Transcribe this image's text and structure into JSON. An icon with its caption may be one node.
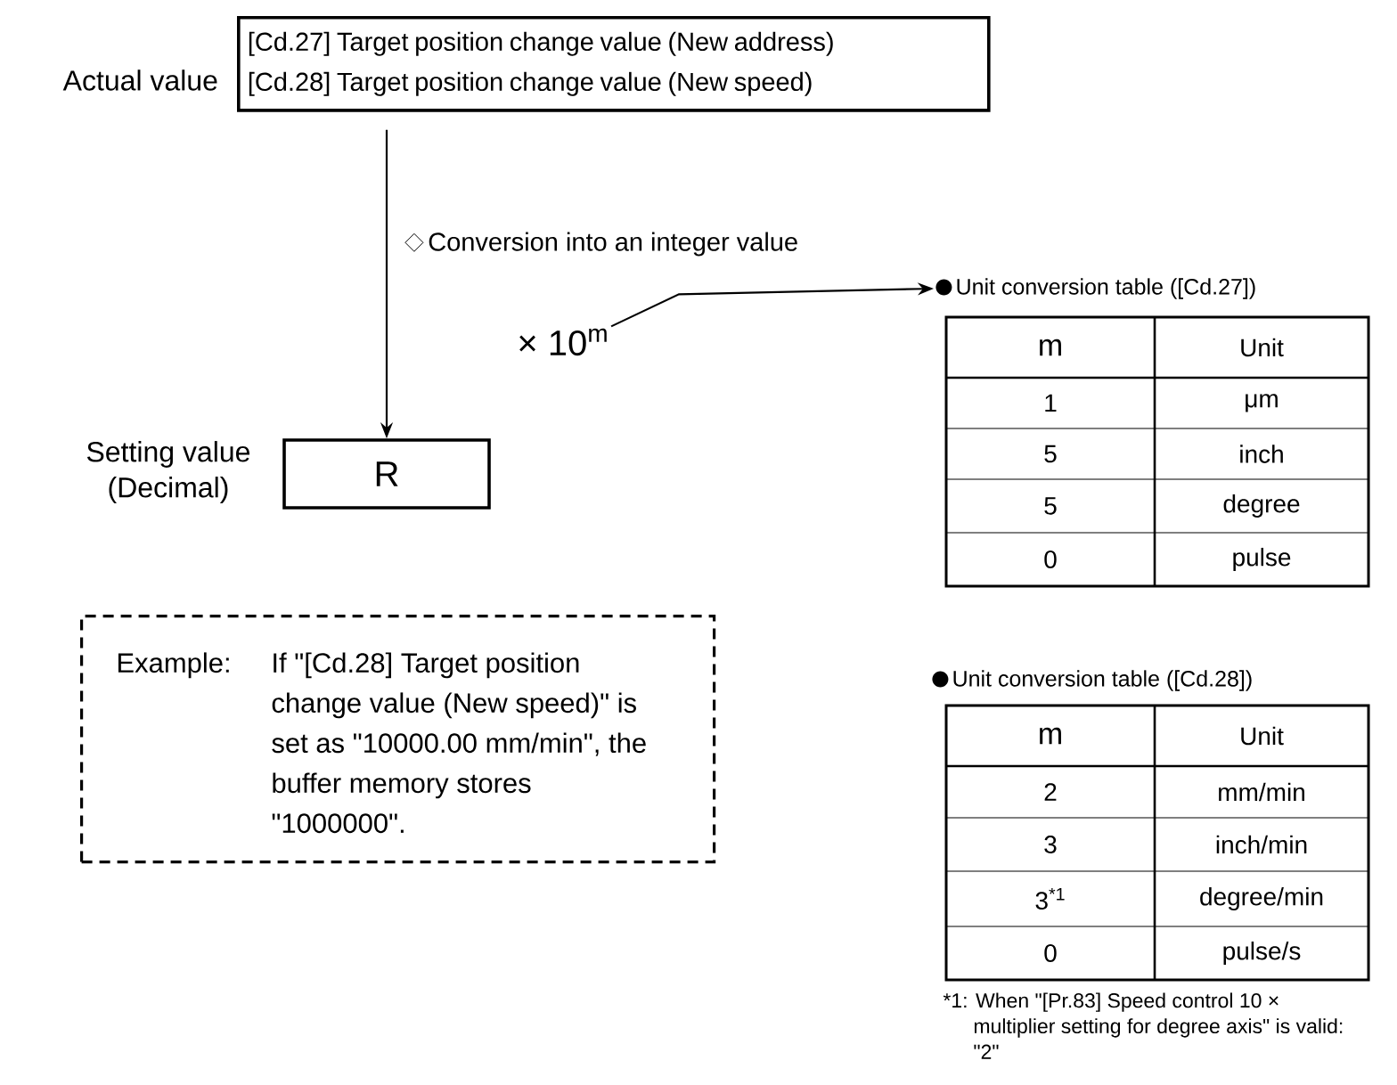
{
  "diagram": {
    "nodes": [
      {
        "text": [
          "[Cd.27] Target position change value (New address)",
          "[Cd.28] Target position change value (New speed)"
        ],
        "beside": [
          "Actual value"
        ]
      },
      {
        "text": [
          "R"
        ],
        "beside": [
          "Setting value (Decimal)"
        ]
      },
      {
        "text": [
          "× 10$^{m}$"
        ]
      },
      {
        "text": [
          "Unit conversion table ([Cd.27])"
        ]
      },
      {
        "text": [
          "Example:",
          "If \"[Cd.28] Target position change value (New speed)\" is set as \"10000.00 mm/min\", the buffer memory stores \"1000000\"."
        ]
      }
    ],
    "edges": [
      {
        "from": 0,
        "to": 1,
        "arrow": "to",
        "label": "Conversion into an integer value"
      },
      {
        "from": 2,
        "to": 3,
        "arrow": "to"
      }
    ],
    "labels": [
      "m",
      "Unit",
      "1",
      "μm",
      "5",
      "inch",
      "5",
      "degree",
      "0",
      "pulse",
      "Unit conversion table ([Cd.28])",
      "m",
      "Unit",
      "2",
      "mm/min",
      "3",
      "inch/min",
      "3$^{*1}$",
      "degree/min",
      "0",
      "pulse/s",
      "*1: When \"[Pr.83] Speed control 10 × multiplier setting for degree axis\" is valid: \"2\""
    ]
  }
}
